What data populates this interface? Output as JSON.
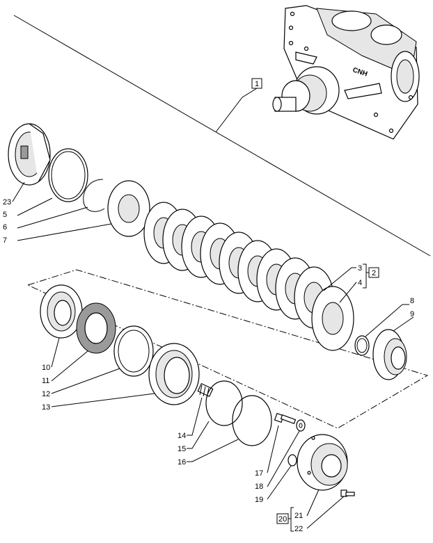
{
  "callouts": {
    "c1": "1",
    "c2": "2",
    "c3": "3",
    "c4": "4",
    "c5": "5",
    "c6": "6",
    "c7": "7",
    "c8": "8",
    "c9": "9",
    "c10": "10",
    "c11": "11",
    "c12": "12",
    "c13": "13",
    "c14": "14",
    "c15": "15",
    "c16": "16",
    "c17": "17",
    "c18": "18",
    "c19": "19",
    "c20": "20",
    "c21": "21",
    "c22": "22",
    "c23": "23"
  },
  "housing_mark": "CNH"
}
